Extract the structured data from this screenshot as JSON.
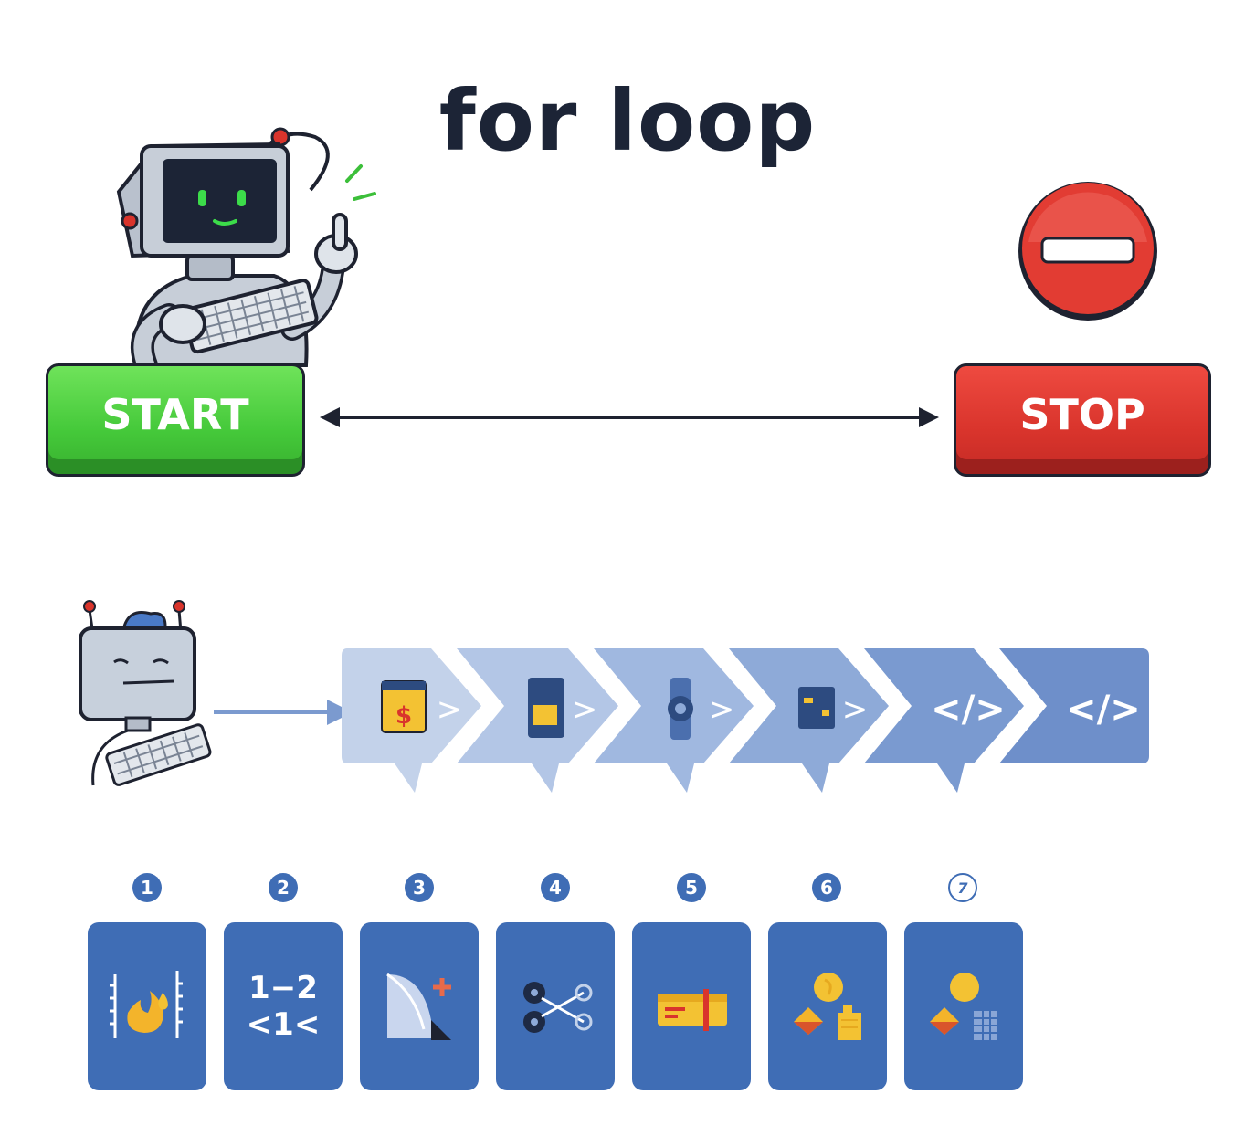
{
  "title": "for loop",
  "buttons": {
    "start_label": "START",
    "stop_label": "STOP"
  },
  "chevrons": {
    "code_symbol": "</>",
    "arrow_symbol": ">"
  },
  "cards": {
    "numbers": [
      "1",
      "2",
      "3",
      "4",
      "5",
      "6",
      "7"
    ],
    "card2_text_line1": "1−2",
    "card2_text_line2": "<1<"
  },
  "colors": {
    "start_green": "#45c93a",
    "stop_red": "#d9342c",
    "card_blue": "#3f6db5",
    "chevron_light": "#b7c8e6",
    "chevron_dark": "#6e93cf"
  }
}
